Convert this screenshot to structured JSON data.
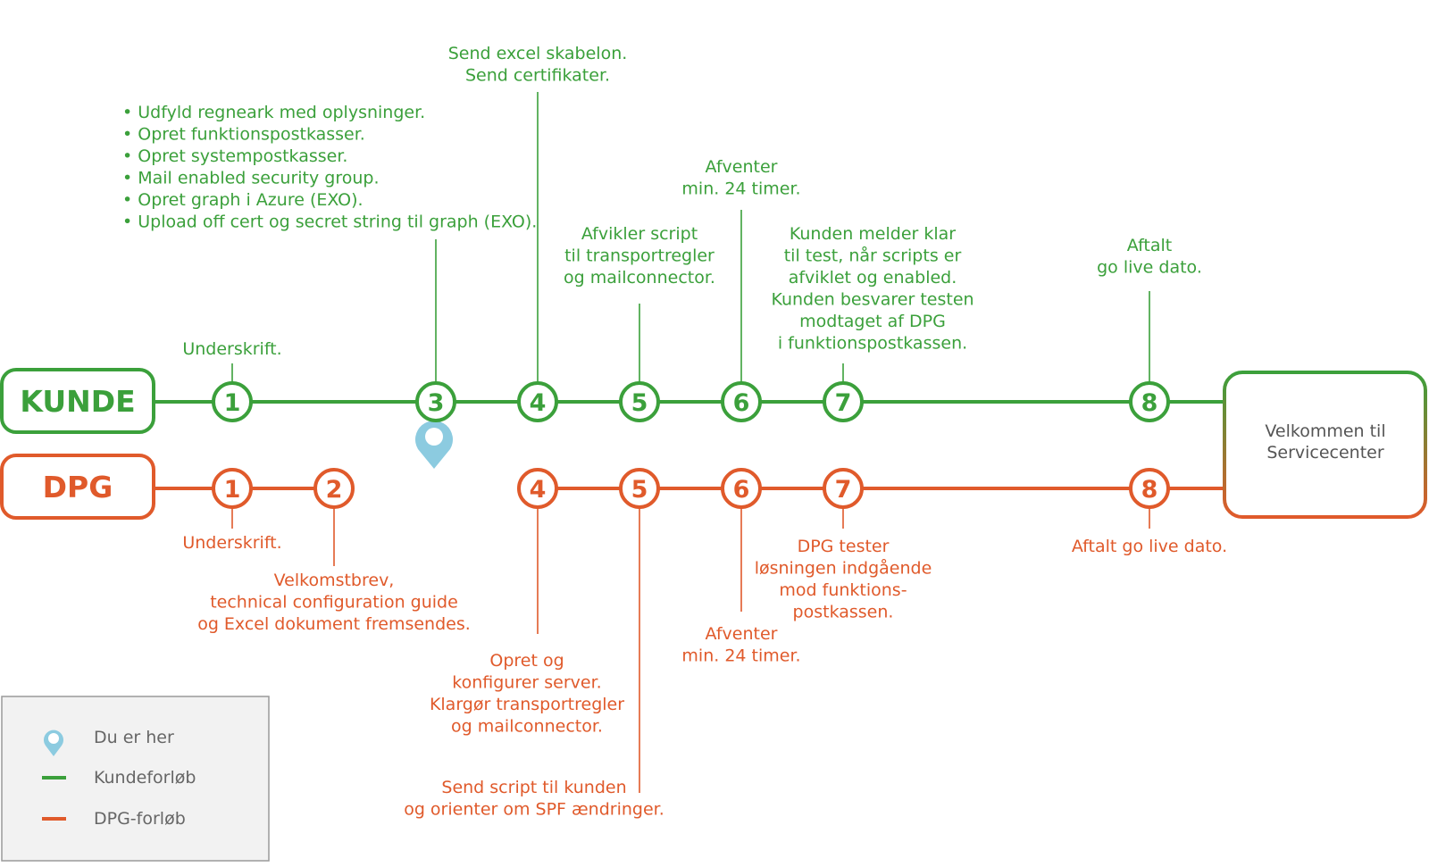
{
  "colors": {
    "green": "#3ba03b",
    "orange": "#e05a2b",
    "pin": "#8ccbe0",
    "legend_bg": "#f2f2f2",
    "legend_border": "#9a9a9a",
    "legend_text": "#666666"
  },
  "lanes": {
    "kunde": "KUNDE",
    "dpg": "DPG"
  },
  "final_box": {
    "line1": "Velkommen til",
    "line2": "Servicecenter"
  },
  "kunde_steps": [
    {
      "num": "1",
      "lines": [
        "Underskrift."
      ]
    },
    {
      "num": "3",
      "lines": [
        "• Udfyld regneark med oplysninger.",
        "• Opret funktionspostkasser.",
        "• Opret systempostkasser.",
        "• Mail enabled security group.",
        "• Opret graph i Azure (EXO).",
        "• Upload off cert og secret string til graph (EXO)."
      ]
    },
    {
      "num": "4",
      "lines": [
        "Send excel skabelon.",
        "Send certifikater."
      ]
    },
    {
      "num": "5",
      "lines": [
        "Afvikler script",
        "til transportregler",
        "og mailconnector."
      ]
    },
    {
      "num": "6",
      "lines": [
        "Afventer",
        "min. 24 timer."
      ]
    },
    {
      "num": "7",
      "lines": [
        "Kunden melder klar",
        "til test, når scripts er",
        "afviklet og enabled.",
        "Kunden besvarer testen",
        "modtaget af DPG",
        "i funktionspostkassen."
      ]
    },
    {
      "num": "8",
      "lines": [
        "Aftalt",
        "go live dato."
      ]
    }
  ],
  "dpg_steps": [
    {
      "num": "1",
      "lines": [
        "Underskrift."
      ]
    },
    {
      "num": "2",
      "lines": [
        "Velkomstbrev,",
        "technical configuration guide",
        "og Excel dokument fremsendes."
      ]
    },
    {
      "num": "4",
      "lines": [
        "Opret og",
        "konfigurer server.",
        "Klargør transportregler",
        "og mailconnector."
      ]
    },
    {
      "num": "5",
      "lines": [
        "Send script til kunden",
        "og orienter om SPF ændringer."
      ]
    },
    {
      "num": "6",
      "lines": [
        "Afventer",
        "min. 24 timer."
      ]
    },
    {
      "num": "7",
      "lines": [
        "DPG tester",
        "løsningen indgående",
        "mod funktions-",
        "postkassen."
      ]
    },
    {
      "num": "8",
      "lines": [
        "Aftalt go live dato."
      ]
    }
  ],
  "legend": {
    "items": [
      {
        "icon": "location-pin-icon",
        "label": "Du er her"
      },
      {
        "icon": "green-line",
        "label": "Kundeforløb"
      },
      {
        "icon": "orange-line",
        "label": "DPG-forløb"
      }
    ]
  }
}
